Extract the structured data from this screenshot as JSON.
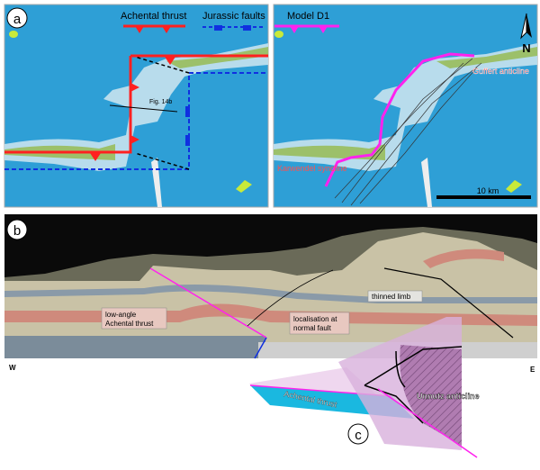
{
  "panel_a": {
    "label": "a",
    "legend": {
      "achental": "Achental thrust",
      "jurassic": "Jurassic faults"
    },
    "fig_ref": "Fig. 14b"
  },
  "panel_a_model": {
    "legend": "Model D1",
    "suffert": "Guffert anticline",
    "karwendel": "Karwendel syncline",
    "north": "N",
    "scale": "10 km"
  },
  "panel_b": {
    "label": "b",
    "low_angle_1": "low-angle",
    "low_angle_2": "Achental thrust",
    "local_1": "localisation at",
    "local_2": "normal fault",
    "thinned": "thinned limb",
    "west": "W",
    "east": "E"
  },
  "panel_c": {
    "label": "c",
    "unnutz": "Unnutz anticline",
    "achental": "Achental thrust"
  },
  "colors": {
    "map_blue": "#2e9fd6",
    "thrust_red": "#ff2020",
    "jurassic_blue": "#1030e0",
    "model_magenta": "#ff22ee"
  }
}
